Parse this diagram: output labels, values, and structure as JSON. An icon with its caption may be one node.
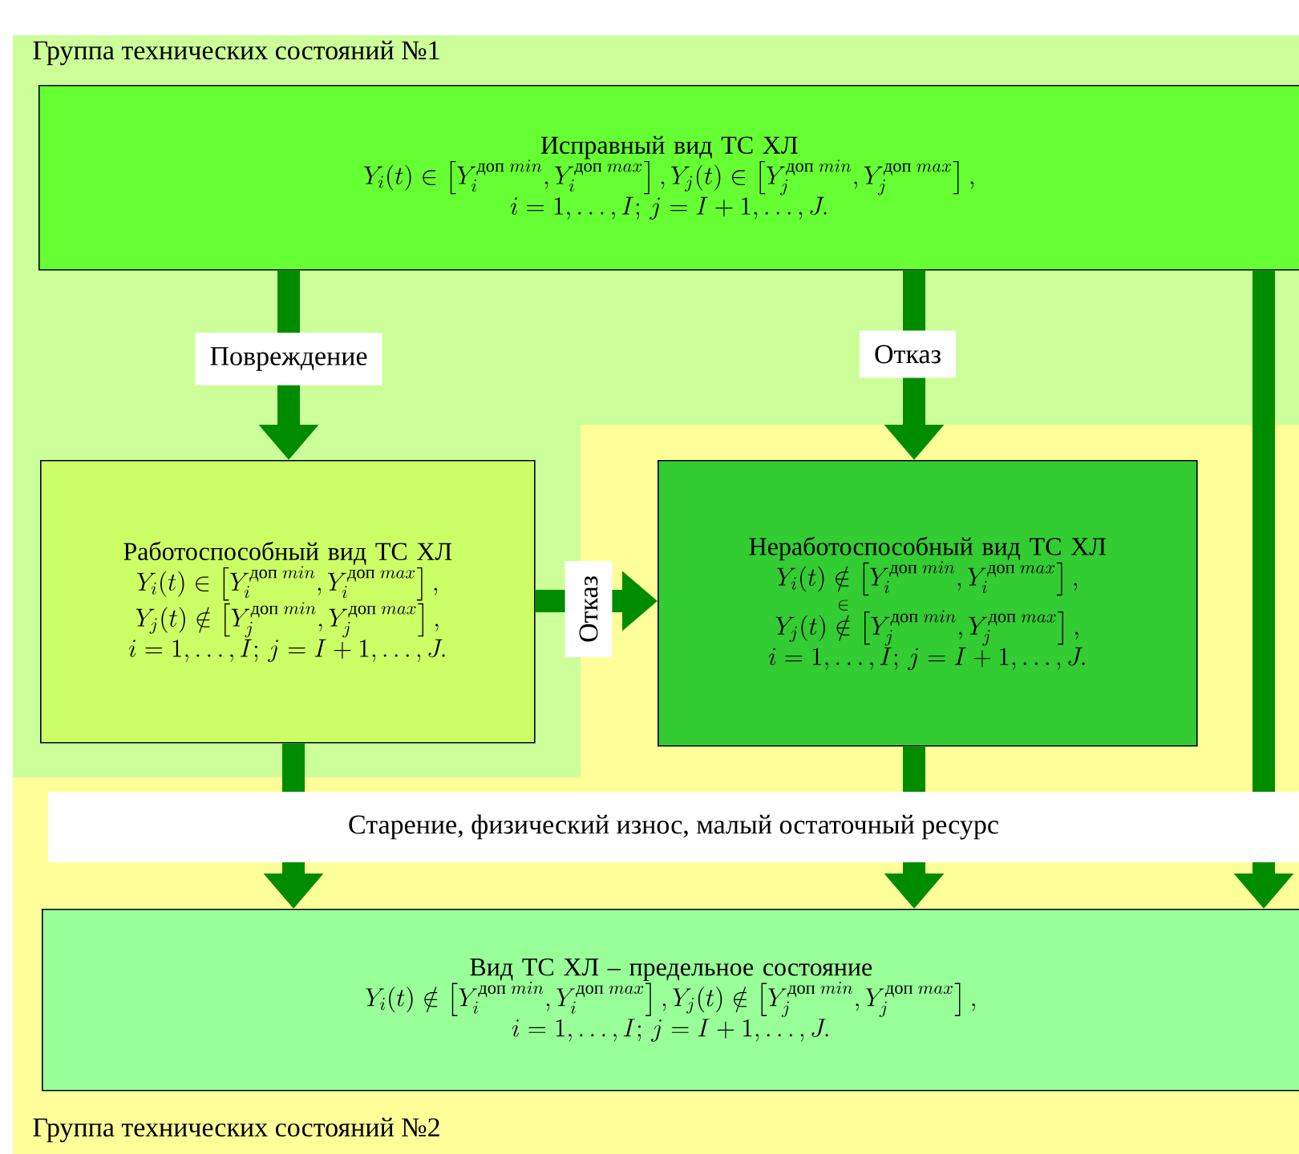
{
  "diagram": {
    "nodes": [
      {
        "text": [
          "Группа технических состояний №1"
        ]
      },
      {
        "text": [
          "Исправный вид ТС ХЛ",
          "Y_i(t)\\in\\left[Y_i^{\\text{доп}\\;min},Y_i^{\\text{доп}\\;max}\\right],Y_j(t)\\in\\left[Y_j^{\\text{доп}\\;min},Y_j^{\\text{доп}\\;max}\\right],",
          "i=1,\\ldots,I;\\,j=I+1,\\ldots,J."
        ],
        "in": 0
      },
      {
        "text": [
          "Работоспособный вид ТС ХЛ",
          "Y_i(t)\\in\\left[Y_i^{\\text{доп}\\;min},Y_i^{\\text{доп}\\;max}\\right],",
          "Y_j(t)\\notin\\left[Y_j^{\\text{доп}\\;min},Y_j^{\\text{доп}\\;max}\\right],",
          "i=1,\\ldots,I;\\,j=I+1,\\ldots,J."
        ],
        "in": 0
      },
      {
        "text": [
          "Группа технических состояний №2"
        ]
      },
      {
        "text": [
          "Неработоспособный вид ТС ХЛ",
          "Y_i(t)\\notin\\left[Y_i^{\\text{доп}\\;min},Y_i^{\\text{доп}\\;max}\\right],",
          "Y_j(t)\\overset{\\in}{\\notin}\\left[Y_j^{\\text{доп}\\;min},Y_j^{\\text{доп}\\;max}\\right],",
          "i=1,\\ldots,I;\\,j=I+1,\\ldots,J."
        ],
        "in": 3
      },
      {
        "text": [
          "Вид ТС ХЛ – предельное состояние",
          "Y_i(t)\\notin\\left[Y_i^{\\text{доп}\\;min},Y_i^{\\text{доп}\\;max}\\right],Y_j(t)\\notin\\left[Y_j^{\\text{доп}\\;min},Y_j^{\\text{доп}\\;max}\\right],",
          "i=1,\\ldots,I;\\,j=I+1,\\ldots,J."
        ],
        "in": 3
      }
    ],
    "edges": [
      {
        "from": 1,
        "to": 2,
        "arrow": "to",
        "label": "Повреждение"
      },
      {
        "from": 1,
        "to": 4,
        "arrow": "to",
        "label": "Отказ"
      },
      {
        "from": 1,
        "to": 5,
        "arrow": "to"
      },
      {
        "from": 2,
        "to": 4,
        "arrow": "to",
        "label": "Отказ"
      },
      {
        "from": 2,
        "to": 5,
        "arrow": "to"
      },
      {
        "from": 4,
        "to": 5,
        "arrow": "to"
      }
    ],
    "labels": [
      "Старение, физический износ, малый остаточный ресурс"
    ]
  }
}
